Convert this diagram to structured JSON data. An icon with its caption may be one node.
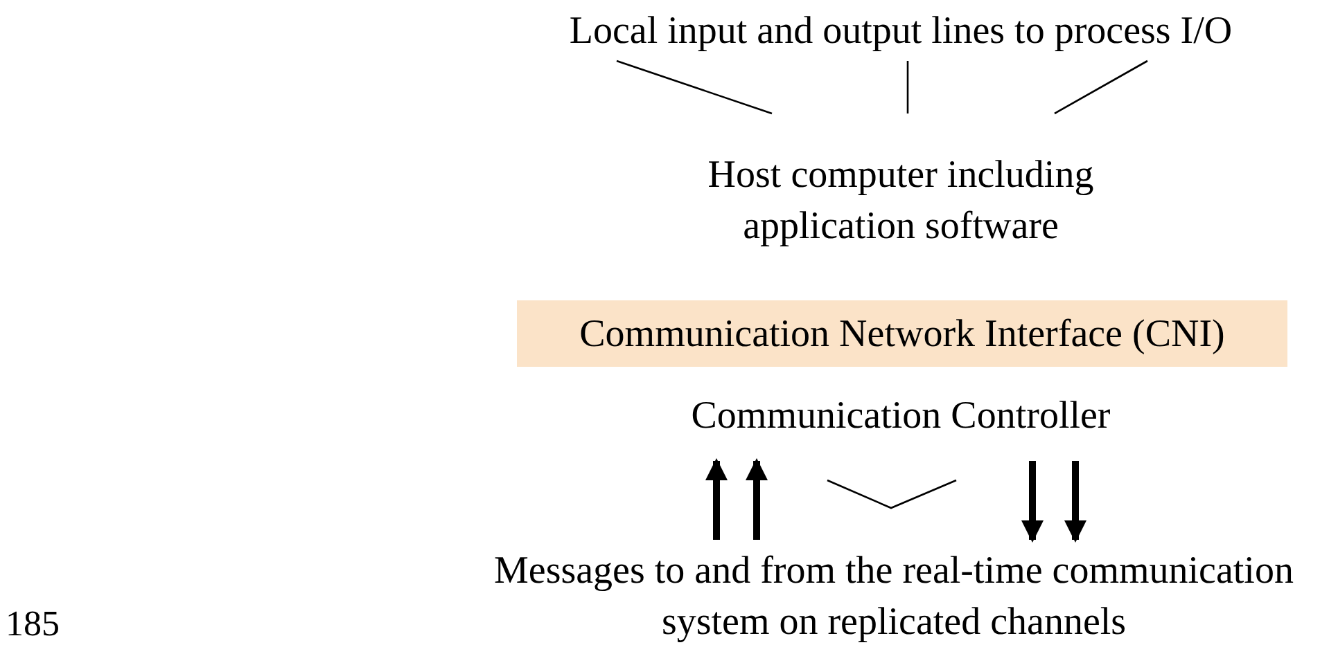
{
  "diagram": {
    "nodes": [
      {
        "text": [
          "Local input and output lines to process I/O"
        ]
      },
      {
        "text": [
          "Host computer including application software"
        ]
      },
      {
        "text": [
          "Communication Network Interface (CNI)"
        ]
      },
      {
        "text": [
          "Communication Controller"
        ]
      },
      {
        "text": [
          "Messages to and from the real-time communication system on replicated channels"
        ]
      }
    ],
    "edges": [
      {
        "from": 0,
        "to": 1,
        "arrow": "none"
      },
      {
        "from": 0,
        "to": 1,
        "arrow": "none"
      },
      {
        "from": 0,
        "to": 1,
        "arrow": "none"
      },
      {
        "from": 4,
        "to": 3,
        "arrow": "to"
      },
      {
        "from": 4,
        "to": 3,
        "arrow": "to"
      },
      {
        "from": 3,
        "to": 4,
        "arrow": "to"
      },
      {
        "from": 3,
        "to": 4,
        "arrow": "to"
      }
    ],
    "labels": [
      "185"
    ]
  }
}
